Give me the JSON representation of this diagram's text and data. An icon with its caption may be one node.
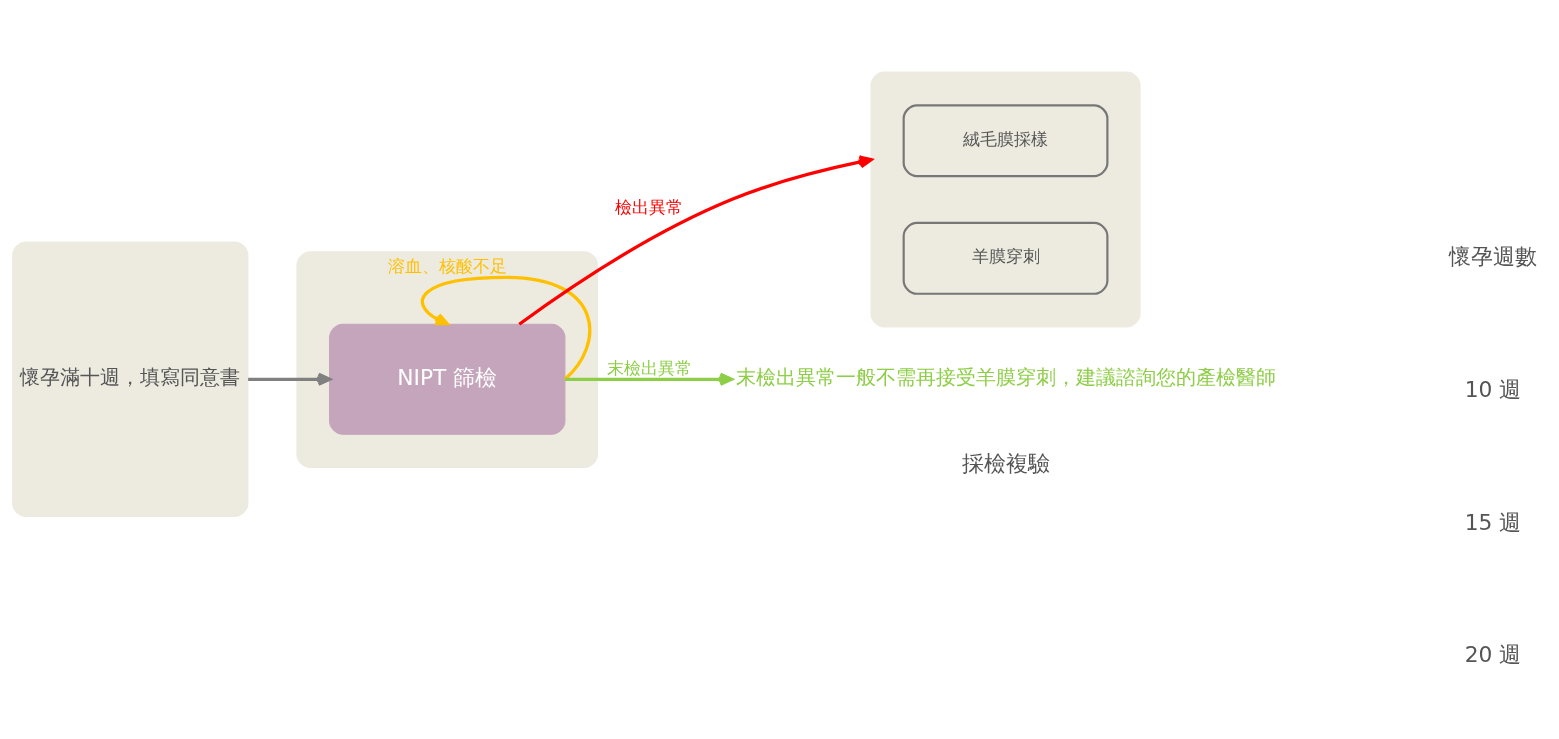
{
  "diagram": {
    "nodes": [
      {
        "text": [
          "懷孕滿十週，填寫同意書"
        ]
      },
      {
        "text": [],
        "shape": "box"
      },
      {
        "text": [
          "NIPT 篩檢"
        ],
        "in": 1
      },
      {
        "text": [],
        "shape": "box"
      },
      {
        "text": [
          "絨毛膜採樣"
        ],
        "in": 3
      },
      {
        "text": [
          "羊膜穿刺"
        ],
        "in": 3
      },
      {
        "text": [
          "末檢出異常一般不需再接受羊膜穿刺，建議諮詢您的產檢醫師"
        ]
      }
    ],
    "edges": [
      {
        "from": 0,
        "to": 2,
        "arrow": "to"
      },
      {
        "from": 2,
        "to": 2,
        "arrow": "to",
        "label": "溶血、核酸不足",
        "color": "#ffc000"
      },
      {
        "from": 2,
        "to": 3,
        "arrow": "to",
        "label": "檢出異常",
        "color": "#ff0000"
      },
      {
        "from": 2,
        "to": 6,
        "arrow": "to",
        "label": "末檢出異常",
        "color": "#8dce46"
      }
    ],
    "labels": [
      "懷孕週數",
      "採檢複驗",
      "10 週",
      "15 週",
      "20 週"
    ]
  }
}
